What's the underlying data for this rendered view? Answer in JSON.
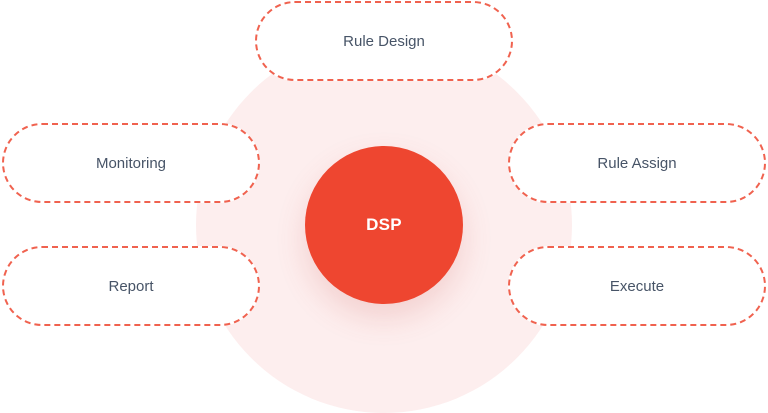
{
  "diagram": {
    "center": {
      "label": "DSP",
      "color": "#ee4630"
    },
    "halo_color": "#fdeeee",
    "border_color": "#f0624f",
    "nodes": [
      {
        "id": "rule-design",
        "label": "Rule Design"
      },
      {
        "id": "monitoring",
        "label": "Monitoring"
      },
      {
        "id": "rule-assign",
        "label": "Rule Assign"
      },
      {
        "id": "report",
        "label": "Report"
      },
      {
        "id": "execute",
        "label": "Execute"
      }
    ]
  }
}
